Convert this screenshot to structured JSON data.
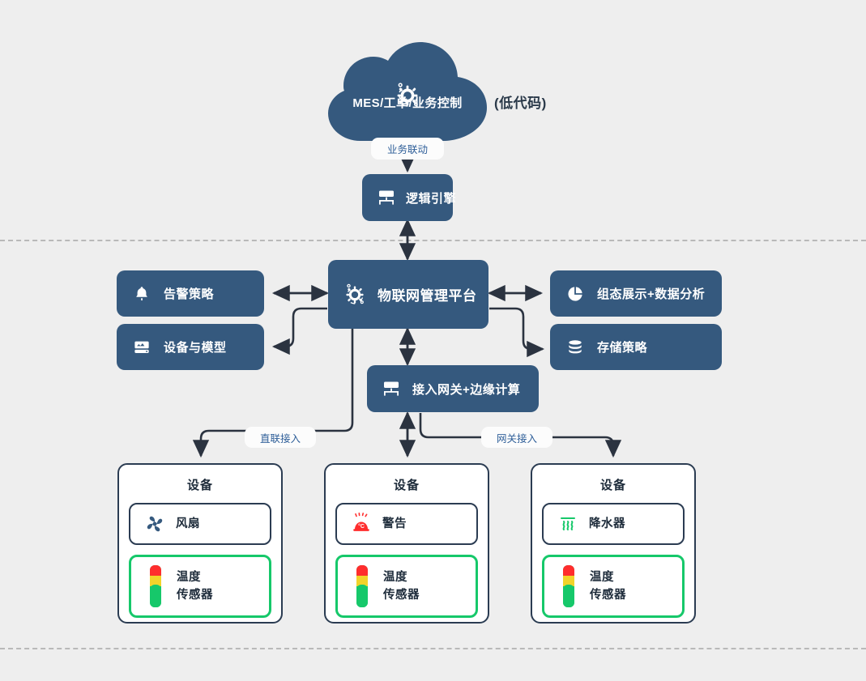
{
  "theme": {
    "background": "#eeeeee",
    "node_blue": "#35597e",
    "wire": "#2b3340",
    "card_border": "#2b3c52",
    "sensor_green": "#16c86a",
    "pill_text": "#2f5f99",
    "separator": "#b9b9b9"
  },
  "cloud": {
    "label": "MES/工单/业务控制",
    "icon": "iot-gear-icon",
    "side_note": "(低代码)"
  },
  "wire_labels": {
    "business_link": "业务联动",
    "direct_access": "直联接入",
    "gateway_access": "网关接入"
  },
  "nodes": {
    "logic_engine": {
      "label": "逻辑引擎",
      "icon": "server-node-icon"
    },
    "platform": {
      "label": "物联网管理平台",
      "icon": "iot-gear-icon"
    },
    "alarm_policy": {
      "label": "告警策略",
      "icon": "bell-icon"
    },
    "device_model": {
      "label": "设备与模型",
      "icon": "device-model-icon"
    },
    "visualization": {
      "label": "组态展示+数据分析",
      "icon": "pie-chart-icon"
    },
    "storage_policy": {
      "label": "存储策略",
      "icon": "database-icon"
    },
    "gateway": {
      "label": "接入网关+边缘计算",
      "icon": "server-node-icon"
    }
  },
  "devices": [
    {
      "title": "设备",
      "actuator": {
        "label": "风扇",
        "icon": "fan-icon"
      },
      "sensor": {
        "line1": "温度",
        "line2": "传感器",
        "icon": "temperature-gauge-icon"
      }
    },
    {
      "title": "设备",
      "actuator": {
        "label": "警告",
        "icon": "alarm-siren-icon"
      },
      "sensor": {
        "line1": "温度",
        "line2": "传感器",
        "icon": "temperature-gauge-icon"
      }
    },
    {
      "title": "设备",
      "actuator": {
        "label": "降水器",
        "icon": "sprinkler-waves-icon"
      },
      "sensor": {
        "line1": "温度",
        "line2": "传感器",
        "icon": "temperature-gauge-icon"
      }
    }
  ]
}
